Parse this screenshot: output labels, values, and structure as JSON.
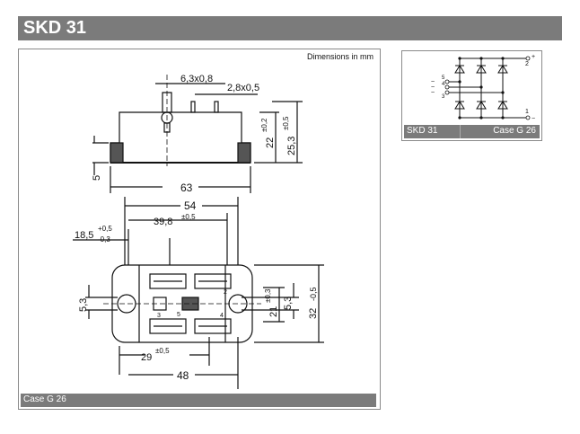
{
  "header": {
    "title": "SKD 31"
  },
  "drawing": {
    "units_note": "Dimensions in mm",
    "caption": "Case G 26",
    "dimensions": {
      "tab_wide": "6,3x0,8",
      "tab_narrow": "2,8x0,5",
      "height_22": "22",
      "height_22_tol": "±0,2",
      "height_25": "25,3",
      "height_25_tol": "±0,5",
      "base_5": "5",
      "length_63": "63",
      "width_54": "54",
      "offset_18": "18,5",
      "offset_18_tol_plus": "+0,5",
      "offset_18_tol_minus": "-0,3",
      "pitch_39": "39,8",
      "pitch_39_tol": "±0,5",
      "hole_53_left": "5,3",
      "hole_53_right": "5,3",
      "depth_21": "21",
      "depth_21_tol": "±0,3",
      "depth_32": "32",
      "depth_32_tol": "-0,5",
      "pitch_29": "29",
      "pitch_29_tol": "±0,5",
      "length_48": "48",
      "pin_2": "2",
      "pin_3": "3",
      "pin_4": "4",
      "pin_5": "5"
    }
  },
  "schematic": {
    "caption_left": "SKD 31",
    "caption_right": "Case G 26",
    "terminal_plus": "+",
    "terminal_minus": "−",
    "terminal_2": "2",
    "terminal_1": "1",
    "terminal_5": "5",
    "terminal_4": "4",
    "terminal_3": "3",
    "ac_symbol": "~"
  }
}
